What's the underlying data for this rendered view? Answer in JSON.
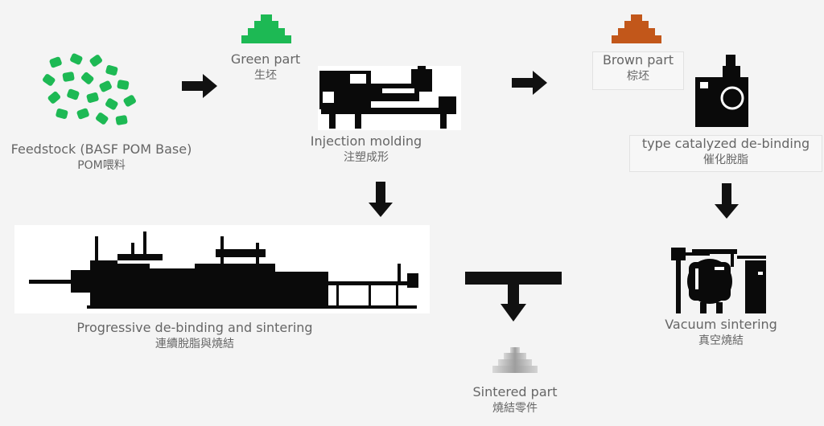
{
  "labels": {
    "feedstock": {
      "en": "Feedstock (BASF POM Base)",
      "zh": "POM喂料"
    },
    "green_part": {
      "en": "Green part",
      "zh": "生坯"
    },
    "injection": {
      "en": "Injection molding",
      "zh": "注塑成形"
    },
    "brown_part": {
      "en": "Brown part",
      "zh": "棕坯"
    },
    "catalyzed": {
      "en": "type catalyzed de-binding",
      "zh": "催化脫脂"
    },
    "progressive": {
      "en": "Progressive de-binding and sintering",
      "zh": "連續脫脂與燒結"
    },
    "vacuum": {
      "en": "Vacuum sintering",
      "zh": "真空燒結"
    },
    "sintered": {
      "en": "Sintered part",
      "zh": "燒結零件"
    }
  },
  "colors": {
    "green": "#1db954",
    "brown": "#c2571a",
    "silhouette": "#0a0a0a",
    "arrow": "#111111",
    "silver": "#b9b9b9"
  },
  "icons": [
    "pellets-icon",
    "green-part-icon",
    "injection-machine-icon",
    "brown-part-icon",
    "debinding-oven-icon",
    "continuous-furnace-icon",
    "vacuum-furnace-icon",
    "sintered-part-icon"
  ]
}
